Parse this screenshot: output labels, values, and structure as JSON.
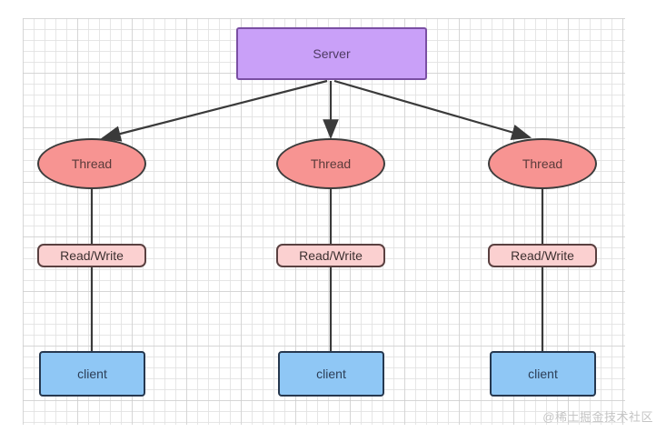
{
  "diagram": {
    "title_node": {
      "label": "Server"
    },
    "columns": [
      {
        "thread": {
          "label": "Thread"
        },
        "readwrite": {
          "label": "Read/Write"
        },
        "client": {
          "label": "client"
        }
      },
      {
        "thread": {
          "label": "Thread"
        },
        "readwrite": {
          "label": "Read/Write"
        },
        "client": {
          "label": "client"
        }
      },
      {
        "thread": {
          "label": "Thread"
        },
        "readwrite": {
          "label": "Read/Write"
        },
        "client": {
          "label": "client"
        }
      }
    ],
    "watermark": "@稀土掘金技术社区",
    "colors": {
      "server_fill": "#c9a0f8",
      "server_stroke": "#7a4fa3",
      "thread_fill": "#f79492",
      "thread_stroke": "#3c3c3c",
      "readwrite_fill": "#fbd0d0",
      "readwrite_stroke": "#5a4040",
      "client_fill": "#8fc7f5",
      "client_stroke": "#26384f",
      "edge_stroke": "#3a3a3a",
      "grid_minor": "#e2e2e2",
      "grid_major": "#c8c8c8",
      "watermark_color": "#c4c4c4",
      "background": "#ffffff"
    }
  }
}
